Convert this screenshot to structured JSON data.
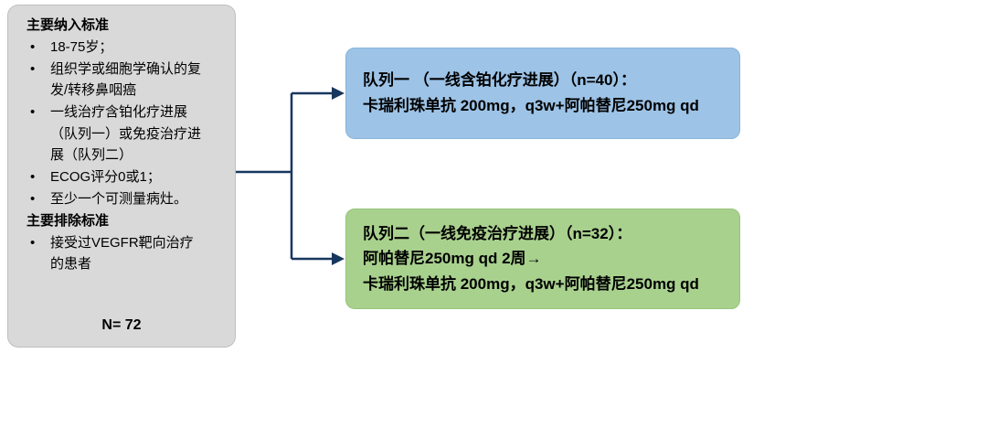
{
  "diagram": {
    "criteria": {
      "inclusion_title": "主要纳入标准",
      "inclusion_items": [
        "18-75岁；",
        "组织学或细胞学确认的复发/转移鼻咽癌",
        "一线治疗含铂化疗进展（队列一）或免疫治疗进展（队列二）",
        "ECOG评分0或1；",
        "至少一个可测量病灶。"
      ],
      "exclusion_title": "主要排除标准",
      "exclusion_items": [
        "接受过VEGFR靶向治疗的患者"
      ],
      "sample_size": "N= 72"
    },
    "cohort1": {
      "title": "队列一 （一线含铂化疗进展）（n=40）：",
      "regimen": "卡瑞利珠单抗 200mg，q3w+阿帕替尼250mg qd"
    },
    "cohort2": {
      "title": "队列二（一线免疫治疗进展）（n=32）：",
      "lead_in": "阿帕替尼250mg qd 2周→",
      "regimen": "卡瑞利珠单抗 200mg，q3w+阿帕替尼250mg qd"
    },
    "bullet": "•",
    "colors": {
      "criteria_bg": "#d9d9d9",
      "cohort1_bg": "#9dc3e6",
      "cohort2_bg": "#a9d18e",
      "arrow": "#17375e",
      "text": "#000000"
    }
  }
}
